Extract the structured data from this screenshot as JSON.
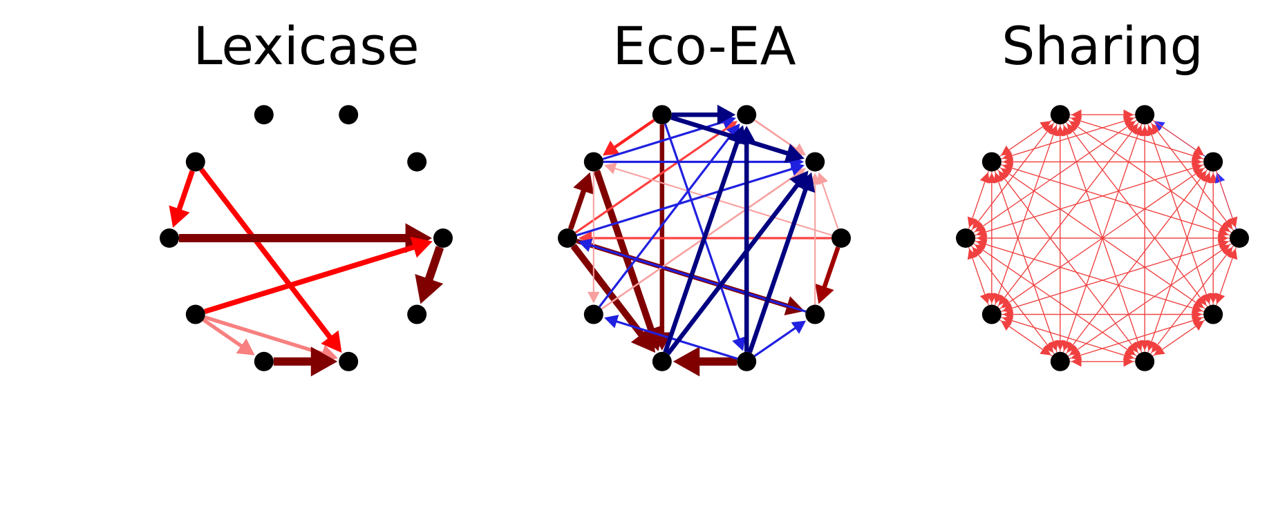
{
  "panels": [
    {
      "key": "lexicase",
      "title": "Lexicase",
      "nodes": 10,
      "edges": [
        {
          "from": 1,
          "to": 2,
          "weight": 0.6,
          "color": "#ff0000"
        },
        {
          "from": 1,
          "to": 5,
          "weight": 0.6,
          "color": "#ff0000"
        },
        {
          "from": 2,
          "to": 7,
          "weight": 1.0,
          "color": "#800000"
        },
        {
          "from": 3,
          "to": 7,
          "weight": 0.6,
          "color": "#ff0000"
        },
        {
          "from": 3,
          "to": 5,
          "weight": 0.4,
          "color": "#f88080"
        },
        {
          "from": 3,
          "to": 4,
          "weight": 0.4,
          "color": "#f88080"
        },
        {
          "from": 4,
          "to": 5,
          "weight": 1.0,
          "color": "#800000"
        },
        {
          "from": 7,
          "to": 6,
          "weight": 1.0,
          "color": "#800000"
        }
      ]
    },
    {
      "key": "eco-ea",
      "title": "Eco-EA",
      "nodes": 10,
      "edges": [
        {
          "from": 2,
          "to": 1,
          "weight": 0.6,
          "color": "#800000"
        },
        {
          "from": 0,
          "to": 1,
          "weight": 0.3,
          "color": "#ff2020"
        },
        {
          "from": 1,
          "to": 4,
          "weight": 0.8,
          "color": "#800000"
        },
        {
          "from": 2,
          "to": 4,
          "weight": 0.8,
          "color": "#800000"
        },
        {
          "from": 0,
          "to": 4,
          "weight": 0.5,
          "color": "#800000"
        },
        {
          "from": 5,
          "to": 4,
          "weight": 1.0,
          "color": "#800000"
        },
        {
          "from": 2,
          "to": 6,
          "weight": 0.5,
          "color": "#800000"
        },
        {
          "from": 7,
          "to": 6,
          "weight": 0.5,
          "color": "#a00000"
        },
        {
          "from": 2,
          "to": 9,
          "weight": 0.2,
          "color": "#ff4040"
        },
        {
          "from": 7,
          "to": 2,
          "weight": 0.2,
          "color": "#ff4040"
        },
        {
          "from": 3,
          "to": 8,
          "weight": 0.15,
          "color": "#f8a0a0"
        },
        {
          "from": 7,
          "to": 1,
          "weight": 0.1,
          "color": "#f8a0a0"
        },
        {
          "from": 6,
          "to": 8,
          "weight": 0.1,
          "color": "#f8a0a0"
        },
        {
          "from": 7,
          "to": 8,
          "weight": 0.1,
          "color": "#f8a0a0"
        },
        {
          "from": 1,
          "to": 3,
          "weight": 0.1,
          "color": "#f8a0a0"
        },
        {
          "from": 9,
          "to": 8,
          "weight": 0.15,
          "color": "#f8a0a0"
        },
        {
          "from": 1,
          "to": 8,
          "weight": 0.2,
          "color": "#2020e0"
        },
        {
          "from": 1,
          "to": 9,
          "weight": 0.2,
          "color": "#2020e0"
        },
        {
          "from": 2,
          "to": 8,
          "weight": 0.2,
          "color": "#2020e0"
        },
        {
          "from": 0,
          "to": 5,
          "weight": 0.2,
          "color": "#2020e0"
        },
        {
          "from": 5,
          "to": 6,
          "weight": 0.2,
          "color": "#2020e0"
        },
        {
          "from": 5,
          "to": 3,
          "weight": 0.2,
          "color": "#2020e0"
        },
        {
          "from": 6,
          "to": 2,
          "weight": 0.2,
          "color": "#2020e0"
        },
        {
          "from": 3,
          "to": 9,
          "weight": 0.2,
          "color": "#2020e0"
        },
        {
          "from": 0,
          "to": 8,
          "weight": 0.5,
          "color": "#000080"
        },
        {
          "from": 0,
          "to": 9,
          "weight": 0.5,
          "color": "#000080"
        },
        {
          "from": 5,
          "to": 8,
          "weight": 0.5,
          "color": "#000080"
        },
        {
          "from": 5,
          "to": 9,
          "weight": 0.5,
          "color": "#000080"
        },
        {
          "from": 4,
          "to": 9,
          "weight": 0.5,
          "color": "#000080"
        },
        {
          "from": 4,
          "to": 8,
          "weight": 0.5,
          "color": "#000080"
        }
      ]
    },
    {
      "key": "sharing",
      "title": "Sharing",
      "nodes": 10,
      "edge_mode": "complete",
      "edge_color": "#f04040",
      "special_edges": [
        {
          "from": 8,
          "to": 9,
          "color": "#3030ff"
        },
        {
          "from": 7,
          "to": 8,
          "color": "#3030ff"
        }
      ]
    }
  ]
}
